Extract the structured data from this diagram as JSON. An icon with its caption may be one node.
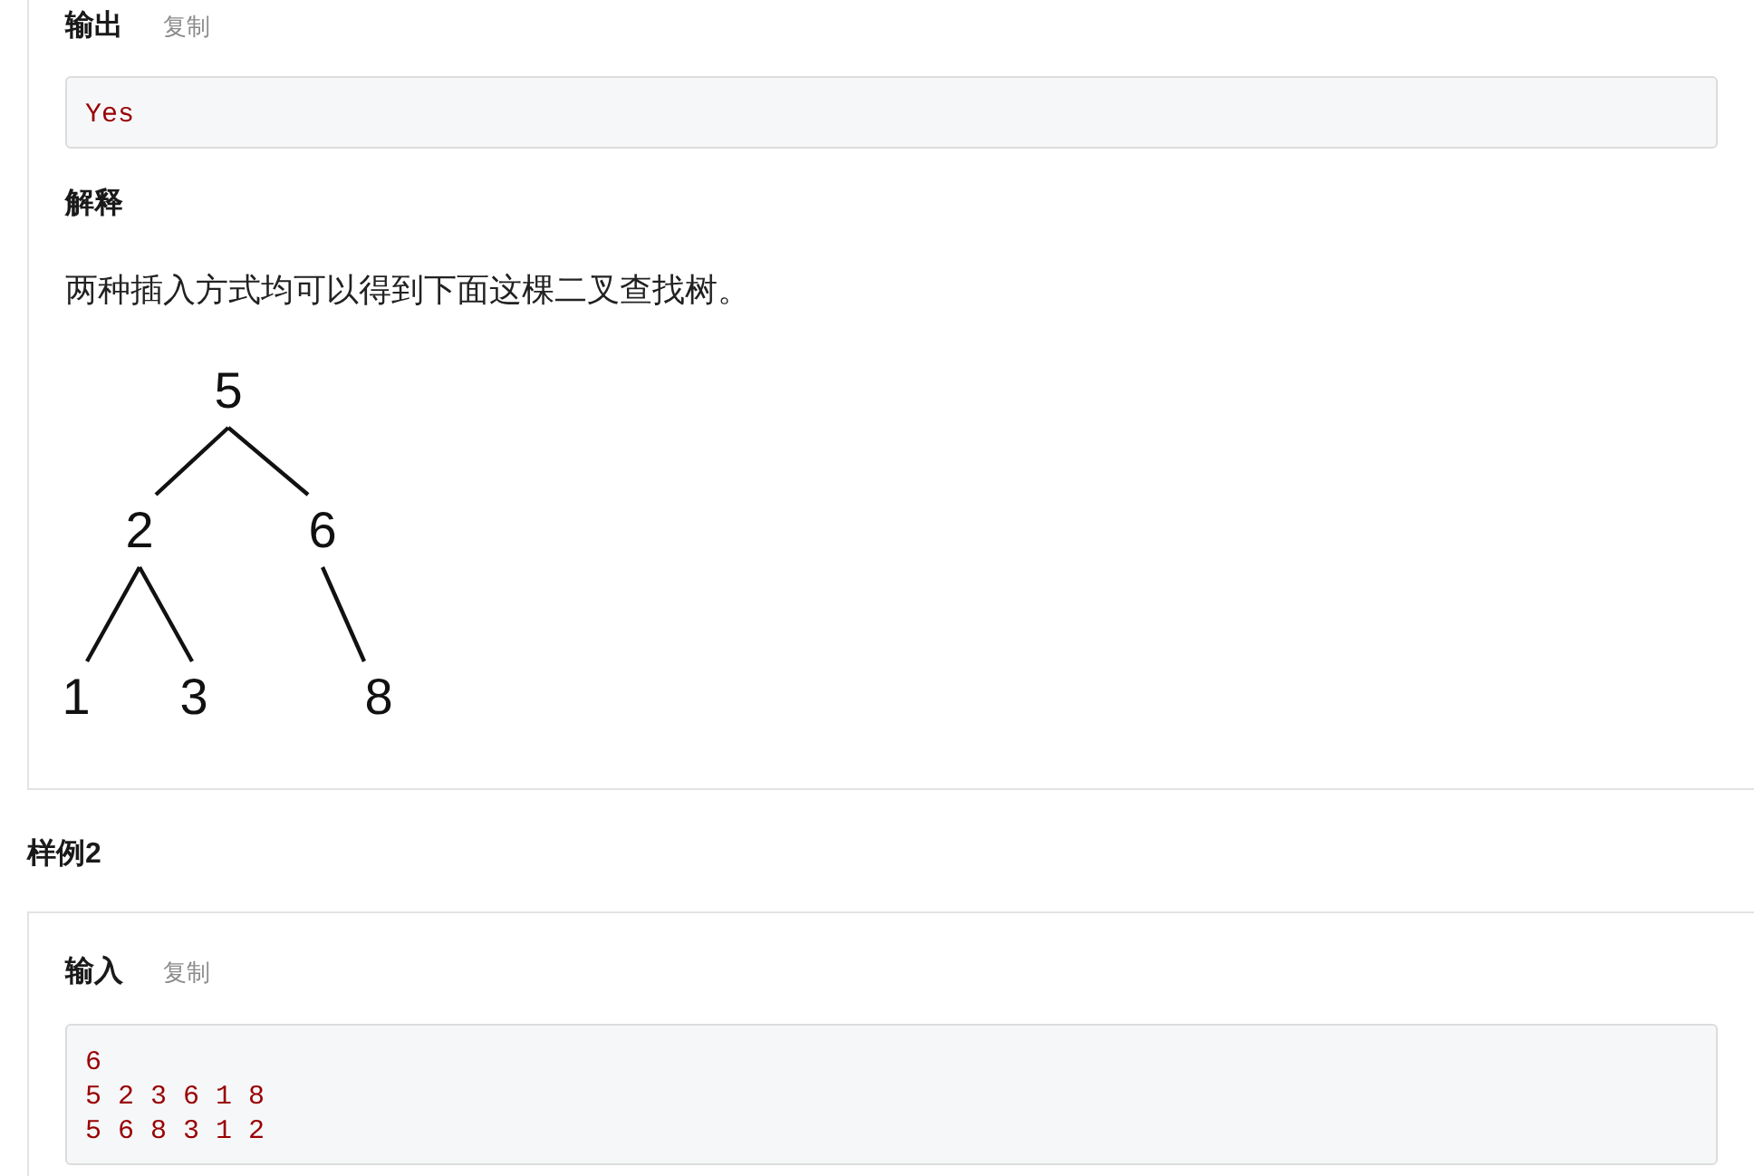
{
  "diagram": {
    "nodes": [
      {
        "text": [
          "输出",
          "复制",
          "解释",
          "两种插入方式均可以得到下面这棵二叉查找树。"
        ]
      },
      {
        "text": [
          "Yes"
        ],
        "in": 0
      },
      {
        "text": [
          "5"
        ],
        "in": 0
      },
      {
        "text": [
          "2"
        ],
        "in": 0
      },
      {
        "text": [
          "6"
        ],
        "in": 0
      },
      {
        "text": [
          "1"
        ],
        "in": 0
      },
      {
        "text": [
          "3"
        ],
        "in": 0
      },
      {
        "text": [
          "8"
        ],
        "in": 0
      },
      {
        "text": [
          "输入",
          "复制"
        ]
      },
      {
        "text": [
          "6",
          "5 2 3 6 1 8",
          "5 6 8 3 1 2"
        ],
        "in": 8
      }
    ],
    "edges": [
      {
        "from": 2,
        "to": 3,
        "arrow": "none"
      },
      {
        "from": 2,
        "to": 4,
        "arrow": "none"
      },
      {
        "from": 3,
        "to": 5,
        "arrow": "none"
      },
      {
        "from": 3,
        "to": 6,
        "arrow": "none"
      },
      {
        "from": 4,
        "to": 7,
        "arrow": "none"
      }
    ],
    "labels": [
      "样例2"
    ]
  }
}
